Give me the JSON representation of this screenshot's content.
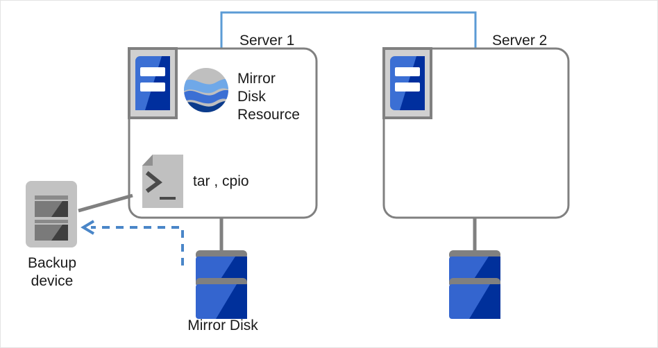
{
  "diagram": {
    "title_server1": "Server 1",
    "title_server2": "Server 2",
    "mirror_disk_resource_label": "Mirror\nDisk\nResource",
    "tar_cpio_label": "tar , cpio",
    "backup_device_label": "Backup\ndevice",
    "mirror_disk_label": "Mirror Disk",
    "icons": {
      "server1": "server-icon",
      "server2": "server-icon",
      "mirror_resource": "globe-icon",
      "script": "script-file-icon",
      "backup": "tape-library-icon",
      "disk1": "disk-stack-icon",
      "disk2": "disk-stack-icon"
    },
    "colors": {
      "network_line": "#5b9bd5",
      "backup_flow_arrow": "#4a86c8",
      "box_border": "#808080",
      "connector": "#808080",
      "server_icon_blue": "#3b6fd4",
      "server_icon_dark_blue": "#002f9e",
      "disk_blue_light": "#3465cf",
      "disk_blue_dark": "#00309b",
      "globe_gray": "#bfbfbf",
      "globe_light_blue": "#6fa8e8",
      "globe_mid_blue": "#3b6fd4",
      "globe_dark_blue": "#0b3b8c",
      "script_gray": "#c0c0c0",
      "backup_gray": "#c0c0c0",
      "text": "#1a1a1a"
    }
  }
}
